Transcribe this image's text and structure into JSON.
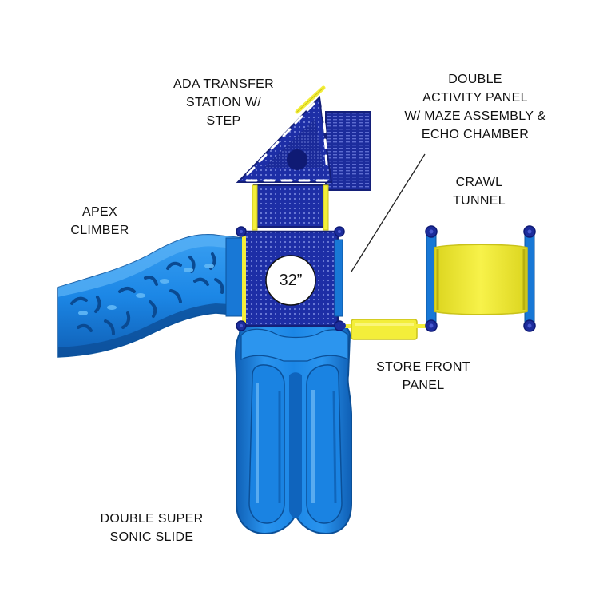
{
  "labels": {
    "ada_transfer": [
      "ADA TRANSFER",
      "STATION W/",
      "STEP"
    ],
    "activity_panel": [
      "DOUBLE",
      "ACTIVITY PANEL",
      "W/ MAZE ASSEMBLY &",
      "ECHO CHAMBER"
    ],
    "crawl_tunnel": [
      "CRAWL",
      "TUNNEL"
    ],
    "apex_climber": [
      "APEX",
      "CLIMBER"
    ],
    "store_front": [
      "STORE FRONT",
      "PANEL"
    ],
    "double_slide": [
      "DOUBLE SUPER",
      "SONIC SLIDE"
    ]
  },
  "deck": {
    "size_label": "32”"
  },
  "colors": {
    "slide_blue": "#1c87e6",
    "slide_dark": "#0f5fb5",
    "slide_light": "#6fb9f5",
    "panel_navy": "#1c2c9c",
    "panel_dark": "#141f78",
    "post_yellow": "#f3ee3a",
    "yellow_dark": "#c9c21a"
  }
}
